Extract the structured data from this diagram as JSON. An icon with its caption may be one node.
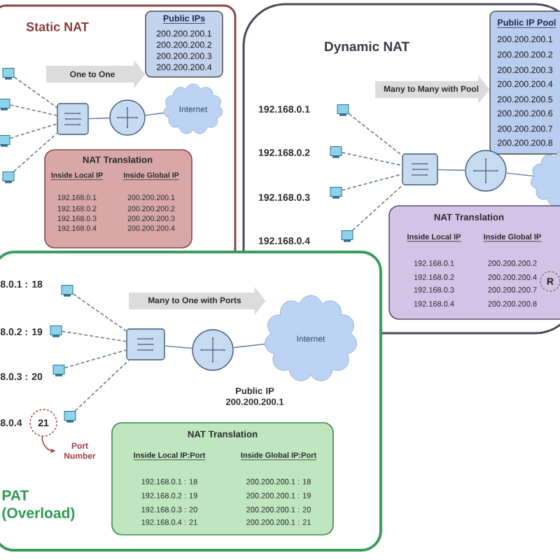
{
  "diagram": {
    "nodes": [
      {
        "text": [
          "Static NAT"
        ]
      },
      {
        "text": [
          "Public IPs",
          "200.200.200.1",
          "200.200.200.2",
          "200.200.200.3",
          "200.200.200.4"
        ],
        "in": 0
      },
      {
        "text": [],
        "shape": "computer",
        "in": 0
      },
      {
        "text": [],
        "shape": "computer",
        "in": 0
      },
      {
        "text": [],
        "shape": "computer",
        "in": 0
      },
      {
        "text": [],
        "shape": "computer",
        "in": 0
      },
      {
        "text": [],
        "shape": "switch",
        "in": 0
      },
      {
        "text": [],
        "shape": "router",
        "in": 0
      },
      {
        "text": [
          "Internet"
        ],
        "in": 0
      },
      {
        "text": [
          "NAT Translation",
          "Inside Local IP",
          "Inside Global IP",
          "192.168.0.1",
          "200.200.200.1",
          "192.168.0.2",
          "200.200.200.2",
          "192.168.0.3",
          "200.200.200.3",
          "192.168.0.4",
          "200.200.200.4"
        ],
        "in": 0
      },
      {
        "text": [
          "Dynamic NAT"
        ]
      },
      {
        "text": [
          "Public IP Pool",
          "200.200.200.1",
          "200.200.200.2",
          "200.200.200.3",
          "200.200.200.4",
          "200.200.200.5",
          "200.200.200.6",
          "200.200.200.7",
          "200.200.200.8"
        ],
        "in": 10
      },
      {
        "text": [],
        "shape": "computer",
        "beside": [
          "192.168.0.1"
        ],
        "in": 10
      },
      {
        "text": [],
        "shape": "computer",
        "beside": [
          "192.168.0.2"
        ],
        "in": 10
      },
      {
        "text": [],
        "shape": "computer",
        "beside": [
          "192.168.0.3"
        ],
        "in": 10
      },
      {
        "text": [],
        "shape": "computer",
        "beside": [
          "192.168.0.4"
        ],
        "in": 10
      },
      {
        "text": [],
        "shape": "switch",
        "in": 10
      },
      {
        "text": [],
        "shape": "router",
        "in": 10
      },
      {
        "text": [],
        "shape": "cloud",
        "in": 10
      },
      {
        "text": [
          "NAT Translation",
          "Inside Local IP",
          "Inside Global IP",
          "192.168.0.1",
          "200.200.200.2",
          "192.168.0.2",
          "200.200.200.4",
          "192.168.0.3",
          "200.200.200.7",
          "192.168.0.4",
          "200.200.200.8"
        ],
        "in": 10
      },
      {
        "text": [
          "R"
        ],
        "in": 19
      },
      {
        "text": [
          "PAT (Overload)"
        ]
      },
      {
        "text": [],
        "shape": "computer",
        "beside": [
          "8.0.1 : 18"
        ],
        "in": 21
      },
      {
        "text": [],
        "shape": "computer",
        "beside": [
          "8.0.2 : 19"
        ],
        "in": 21
      },
      {
        "text": [],
        "shape": "computer",
        "beside": [
          "8.0.3 : 20"
        ],
        "in": 21
      },
      {
        "text": [],
        "shape": "computer",
        "in": 21
      },
      {
        "text": [],
        "shape": "switch",
        "in": 21
      },
      {
        "text": [],
        "shape": "router",
        "in": 21
      },
      {
        "text": [
          "Internet"
        ],
        "in": 21
      },
      {
        "text": [
          "21"
        ],
        "in": 21
      },
      {
        "text": [
          "Port Number"
        ],
        "in": 21
      },
      {
        "text": [
          "NAT Translation",
          "Inside Local IP:Port",
          "Inside Global IP:Port",
          "192.168.0.1 : 18",
          "200.200.200.1 : 18",
          "192.168.0.2 : 19",
          "200.200.200.1 : 19",
          "192.168.0.3 : 20",
          "200.200.200.1 : 20",
          "192.168.0.4 : 21",
          "200.200.200.1 : 21"
        ],
        "in": 21
      }
    ],
    "edges": [
      {
        "from": 2,
        "to": 6,
        "arrow": "none",
        "style": "dashed"
      },
      {
        "from": 3,
        "to": 6,
        "arrow": "none",
        "style": "dashed"
      },
      {
        "from": 4,
        "to": 6,
        "arrow": "none",
        "style": "dashed"
      },
      {
        "from": 5,
        "to": 6,
        "arrow": "none",
        "style": "dashed"
      },
      {
        "from": 6,
        "to": 7,
        "arrow": "none"
      },
      {
        "from": 7,
        "to": 8,
        "arrow": "none"
      },
      {
        "from": 12,
        "to": 16,
        "arrow": "none",
        "style": "dashed"
      },
      {
        "from": 13,
        "to": 16,
        "arrow": "none",
        "style": "dashed"
      },
      {
        "from": 14,
        "to": 16,
        "arrow": "none",
        "style": "dashed"
      },
      {
        "from": 15,
        "to": 16,
        "arrow": "none",
        "style": "dashed"
      },
      {
        "from": 16,
        "to": 17,
        "arrow": "none"
      },
      {
        "from": 17,
        "to": 18,
        "arrow": "none"
      },
      {
        "from": 22,
        "to": 26,
        "arrow": "none",
        "style": "dashed"
      },
      {
        "from": 23,
        "to": 26,
        "arrow": "none",
        "style": "dashed"
      },
      {
        "from": 24,
        "to": 26,
        "arrow": "none",
        "style": "dashed"
      },
      {
        "from": 25,
        "to": 26,
        "arrow": "none",
        "style": "dashed"
      },
      {
        "from": 26,
        "to": 27,
        "arrow": "none"
      },
      {
        "from": 27,
        "to": 28,
        "arrow": "none"
      },
      {
        "from": 29,
        "to": 30,
        "arrow": "to",
        "color": "#a03c3c"
      },
      {
        "from": null,
        "to": 1,
        "arrow": "to",
        "label": "One to One",
        "style": "thick",
        "color": "#dcdcdc"
      },
      {
        "from": null,
        "to": 11,
        "arrow": "to",
        "label": "Many to Many with Pool",
        "style": "thick",
        "color": "#dcdcdc"
      },
      {
        "from": null,
        "to": 28,
        "arrow": "to",
        "label": "Many to One with Ports",
        "style": "thick",
        "color": "#dcdcdc"
      }
    ],
    "labels": [
      "8.0.4",
      "Public IP 200.200.200.1"
    ]
  }
}
